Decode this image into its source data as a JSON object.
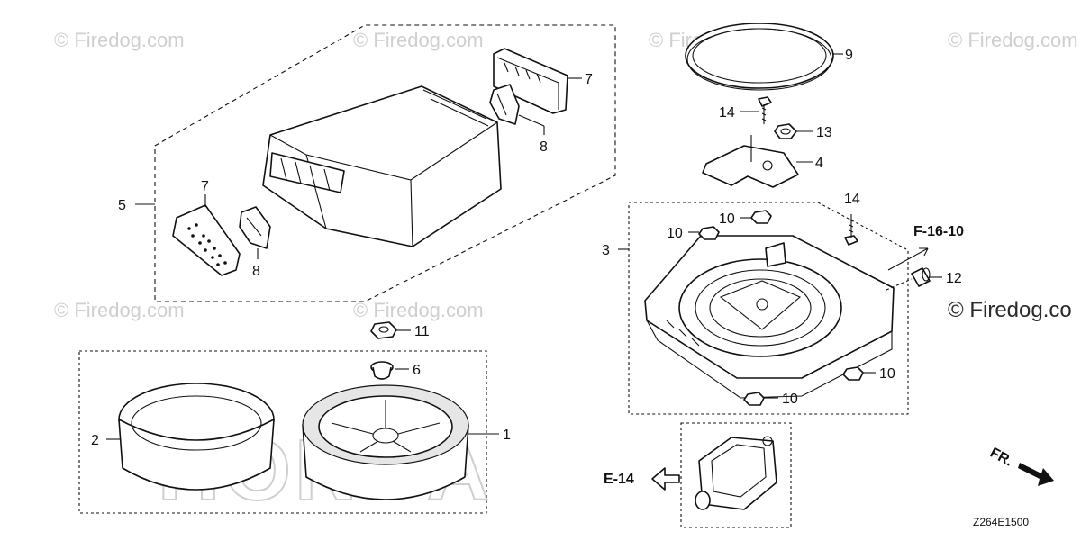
{
  "watermarks": {
    "main": "© Firedog.com",
    "right": "© Firedog.co"
  },
  "brand_text": "HONDA",
  "drawing_code": "Z264E1500",
  "references": {
    "f16": "F-16-10",
    "e14": "E-14",
    "front": "FR."
  },
  "callouts": {
    "c1": "1",
    "c2": "2",
    "c3": "3",
    "c4": "4",
    "c5": "5",
    "c6": "6",
    "c7a": "7",
    "c7b": "7",
    "c8a": "8",
    "c8b": "8",
    "c9": "9",
    "c10a": "10",
    "c10b": "10",
    "c10c": "10",
    "c10d": "10",
    "c11": "11",
    "c12": "12",
    "c13": "13",
    "c14a": "14",
    "c14b": "14"
  }
}
